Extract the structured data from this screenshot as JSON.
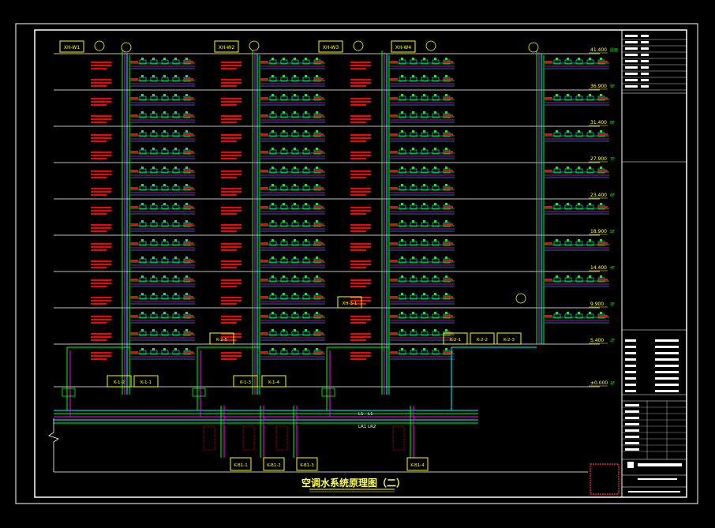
{
  "drawing": {
    "title": "空调水系统原理图（二）",
    "background": "#000000",
    "frame_color": "#ffffff"
  },
  "levels": [
    {
      "elev": "41.400",
      "tag": "屋面"
    },
    {
      "elev": "36.900",
      "tag": "9F"
    },
    {
      "elev": "31.400",
      "tag": "8F"
    },
    {
      "elev": "27.900",
      "tag": "7F"
    },
    {
      "elev": "23.400",
      "tag": "6F"
    },
    {
      "elev": "18.900",
      "tag": "5F"
    },
    {
      "elev": "14.400",
      "tag": "4F"
    },
    {
      "elev": "9.900",
      "tag": "3F"
    },
    {
      "elev": "5.400",
      "tag": "2F"
    },
    {
      "elev": "±0.000",
      "tag": "1F"
    }
  ],
  "roof_units": [
    {
      "label": "XH-W1"
    },
    {
      "label": "XH-W2"
    },
    {
      "label": "XH-W3"
    },
    {
      "label": "XH-W4"
    }
  ],
  "ahu_units": [
    {
      "label": "K-1-2"
    },
    {
      "label": "K-1-1"
    },
    {
      "label": "K-1-3"
    },
    {
      "label": "K-1-4"
    },
    {
      "label": "K-2-5"
    },
    {
      "label": "XH-3-1"
    },
    {
      "label": "K-2-1"
    },
    {
      "label": "K-2-2"
    },
    {
      "label": "K-2-3"
    }
  ],
  "basement_units": [
    {
      "label": "K-B1-1"
    },
    {
      "label": "K-B1-2"
    },
    {
      "label": "K-B1-3"
    },
    {
      "label": "K-B1-4"
    }
  ],
  "riser_labels": [
    "L1",
    "L1",
    "LR1",
    "LR2"
  ],
  "colors": {
    "supply": "#00ff00",
    "return": "#ff00ff",
    "condensate": "#00ffff",
    "annotation": "#ff0000",
    "equipment": "#ffff00",
    "floor_line": "#ffffff"
  }
}
